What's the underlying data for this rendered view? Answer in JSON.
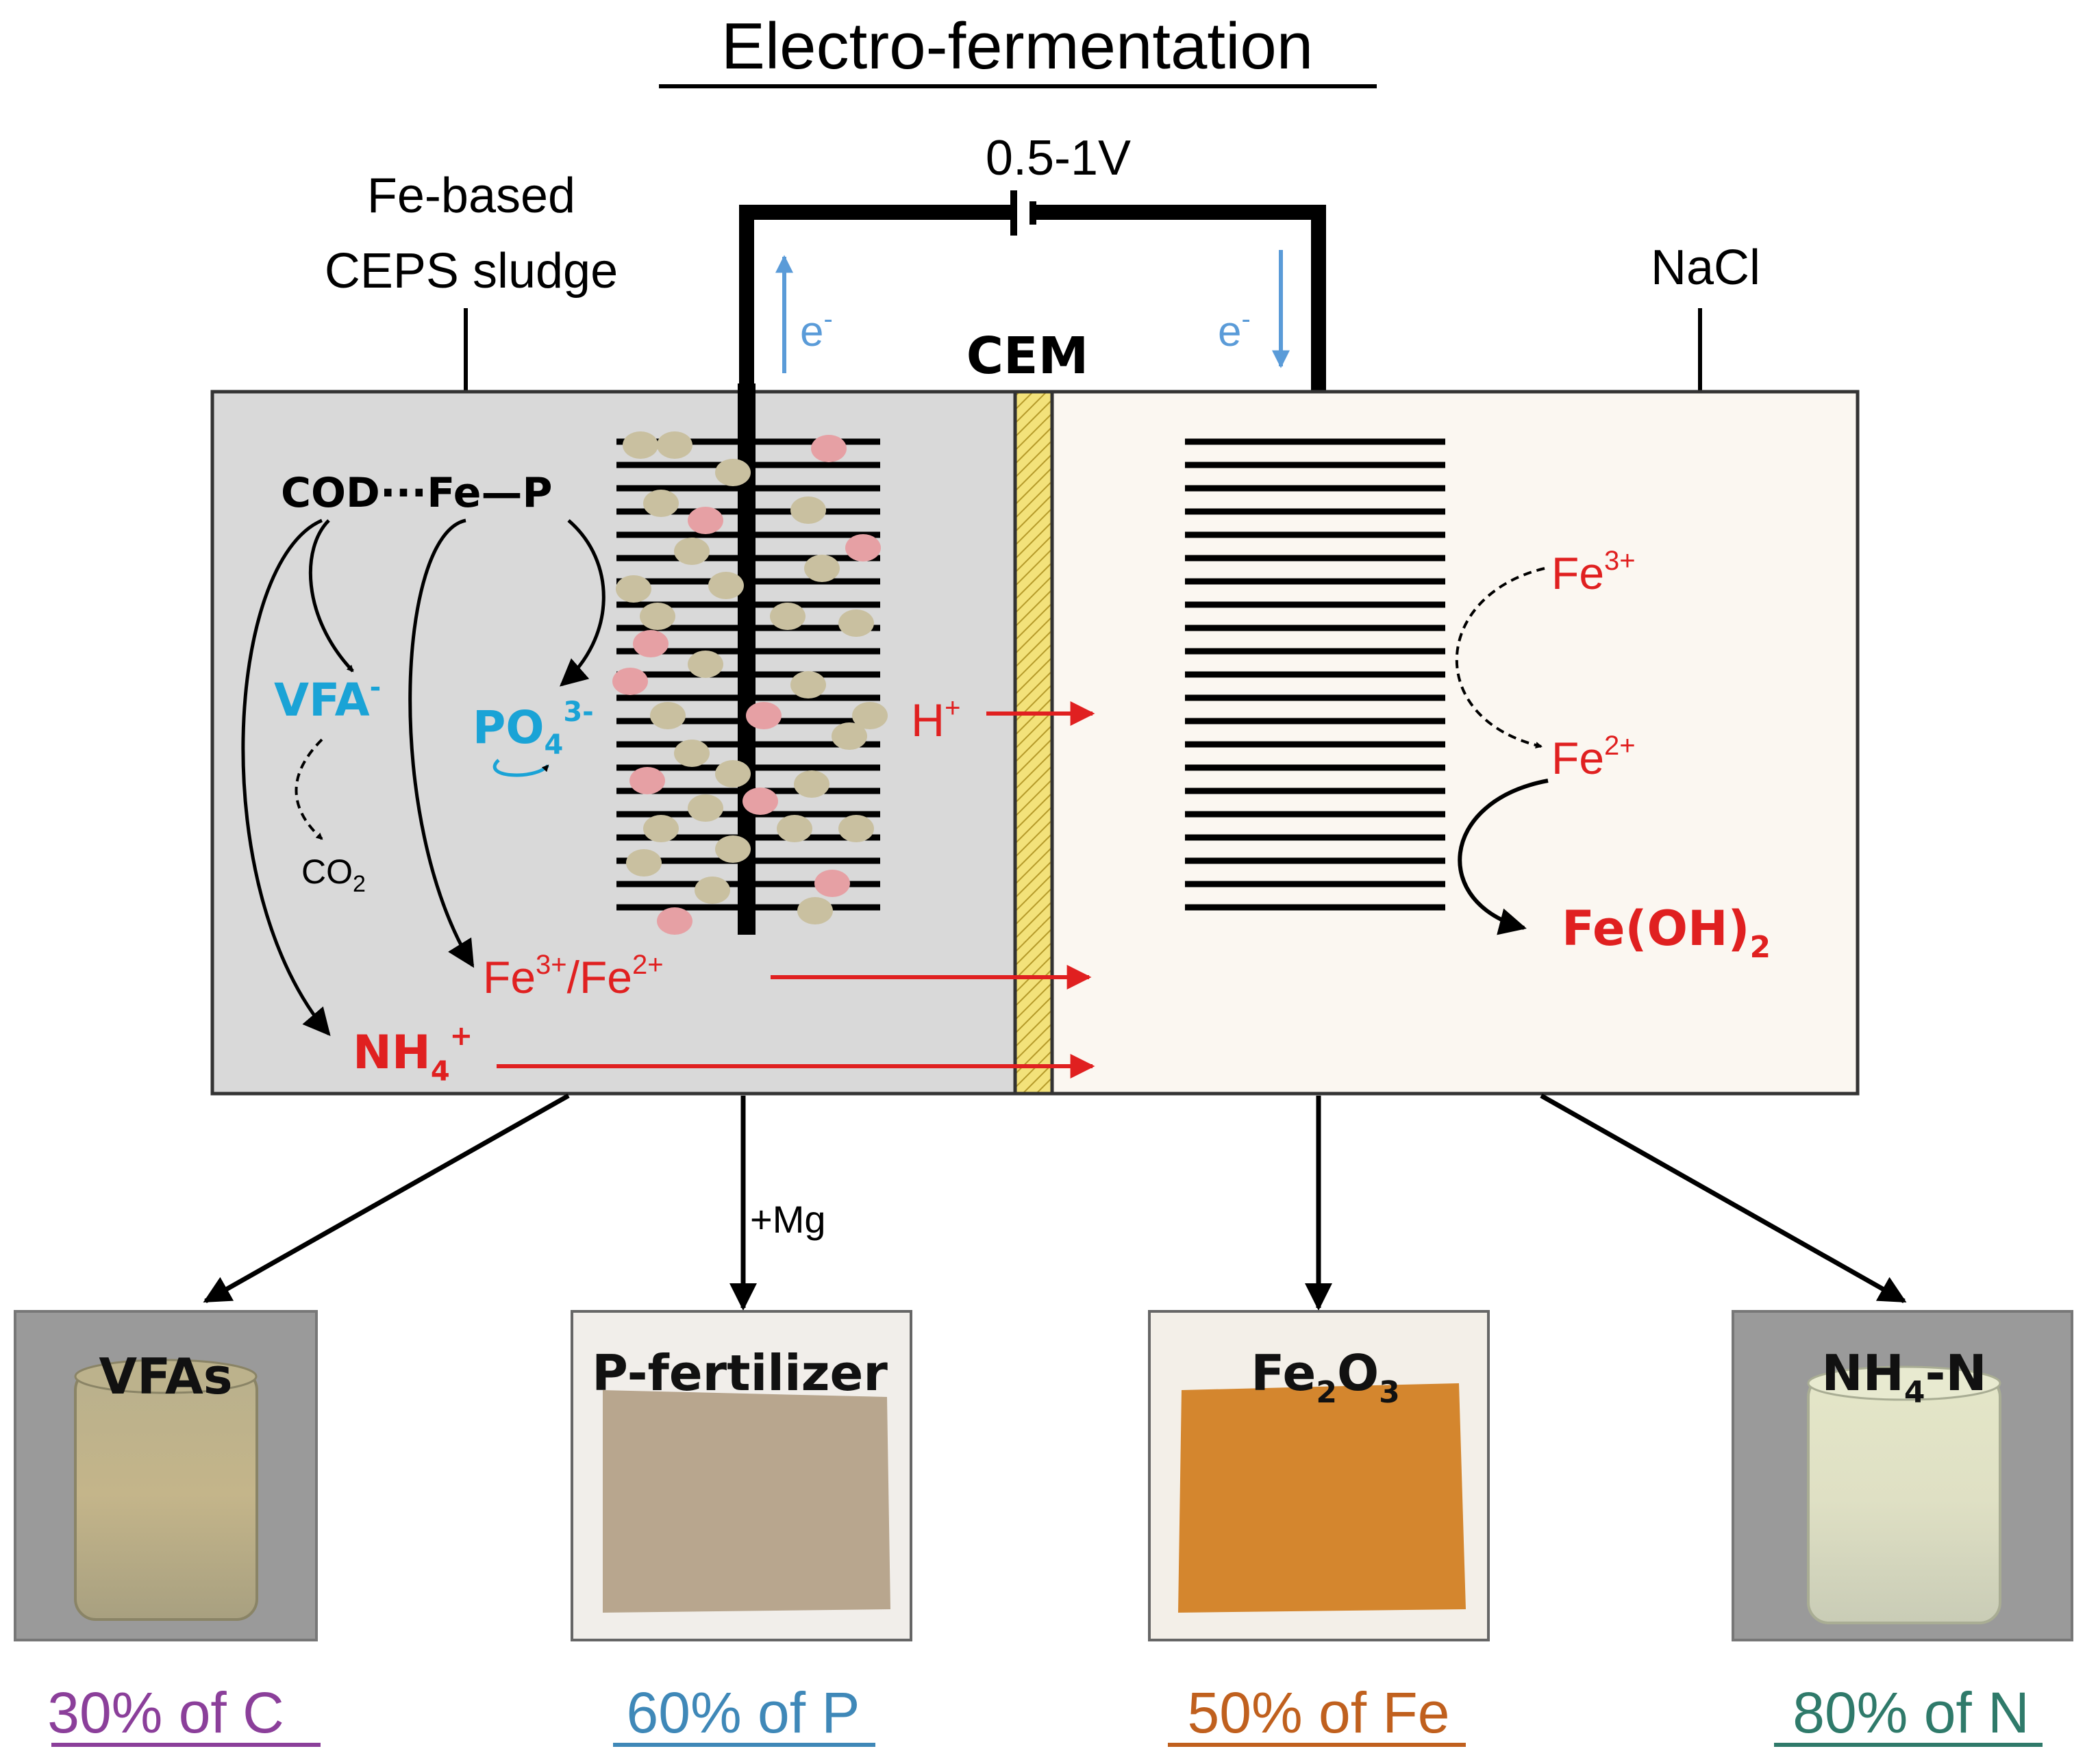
{
  "title": "Electro-fermentation",
  "voltage": "0.5-1V",
  "inputs": {
    "sludge_line1": "Fe-based",
    "sludge_line2": "CEPS sludge",
    "nacl": "NaCl"
  },
  "membrane": "CEM",
  "electron": "e",
  "electron_sup": "-",
  "anode": {
    "cod": "COD···Fe—P",
    "vfa": "VFA",
    "vfa_sup": "-",
    "po4": "PO",
    "po4_sub": "4",
    "po4_sup": "3-",
    "co2": "CO",
    "co2_sub": "2",
    "fe_mix": "Fe",
    "fe_mix_sup1": "3+",
    "fe_mix_mid": "/Fe",
    "fe_mix_sup2": "2+",
    "nh4": "NH",
    "nh4_sub": "4",
    "nh4_sup": "+",
    "h": "H",
    "h_sup": "+"
  },
  "cathode": {
    "fe3": "Fe",
    "fe3_sup": "3+",
    "fe2": "Fe",
    "fe2_sup": "2+",
    "feoh": "Fe(OH)",
    "feoh_sub": "2"
  },
  "mg_label": "+Mg",
  "products": [
    {
      "label": "VFAs",
      "recovery": "30% of C",
      "color": "#8b3f9a"
    },
    {
      "label": "P-fertilizer",
      "recovery": "60% of P",
      "color": "#3f88b8"
    },
    {
      "label": "Fe",
      "label_sub1": "2",
      "label_mid": "O",
      "label_sub2": "3",
      "recovery": "50% of Fe",
      "color": "#c0601e"
    },
    {
      "label": "NH",
      "label_sub1": "4",
      "label_mid": "-N",
      "recovery": "80% of N",
      "color": "#2f7a6a"
    }
  ],
  "colors": {
    "anode_bg": "#d9d9d9",
    "cathode_bg": "#fbf7f1",
    "red": "#e02020",
    "cyan": "#1aa3d6",
    "electron_blue": "#5a9bd8",
    "particle_tan": "#c9c0a0",
    "particle_pink": "#e6a0a4"
  }
}
